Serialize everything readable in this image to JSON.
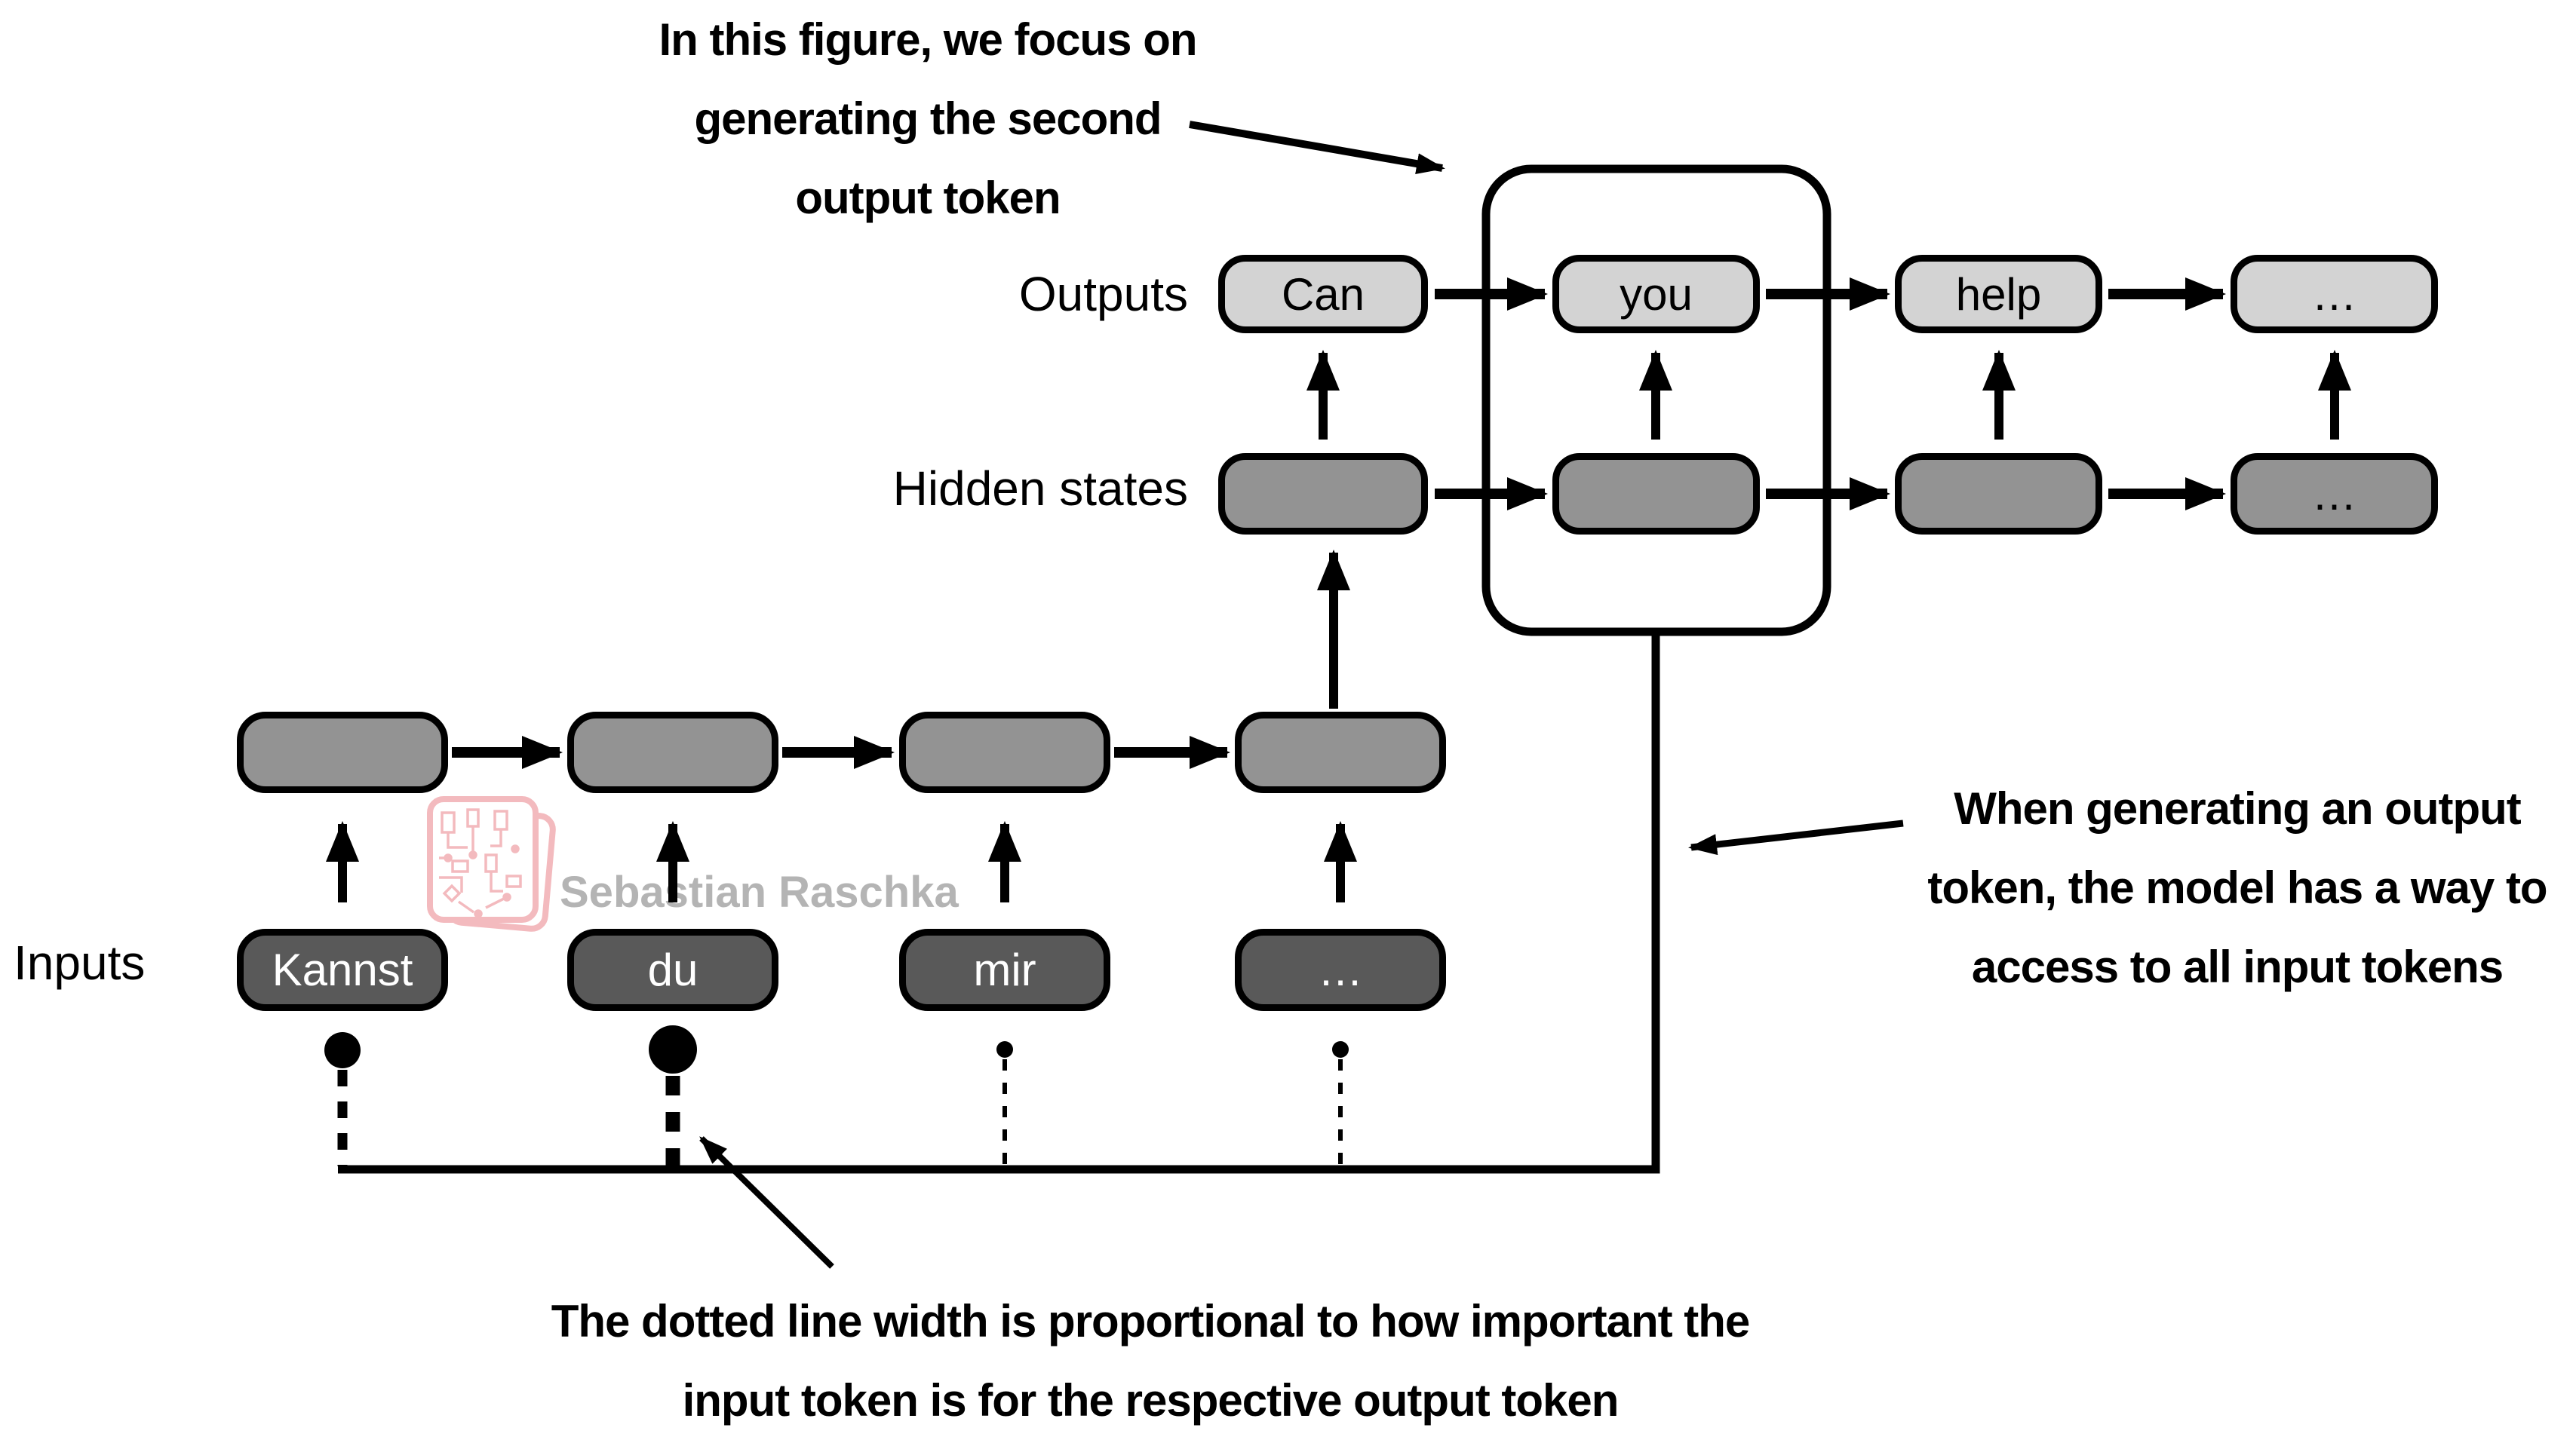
{
  "annotations": {
    "top": {
      "lines": [
        "In this figure, we focus on",
        "generating the second",
        "output token"
      ]
    },
    "right": {
      "lines": [
        "When generating an output",
        "token, the model has a way to",
        "access to all input tokens"
      ]
    },
    "bottom": {
      "lines": [
        "The dotted line width is proportional to how important the",
        "input token is for the respective output token"
      ]
    }
  },
  "rows": {
    "outputs": {
      "label": "Outputs",
      "boxes": [
        "Can",
        "you",
        "help",
        "…"
      ]
    },
    "hidden_states": {
      "label": "Hidden states",
      "boxes": [
        "",
        "",
        "",
        "…"
      ]
    },
    "encoder_states": {
      "boxes": [
        "",
        "",
        "",
        ""
      ]
    },
    "inputs": {
      "label": "Inputs",
      "boxes": [
        "Kannst",
        "du",
        "mir",
        "…"
      ]
    }
  },
  "watermark": {
    "text": "Sebastian Raschka",
    "logo": "circuit-cards-icon"
  },
  "colors": {
    "background": "#ffffff",
    "output_box_fill": "#d3d3d3",
    "hidden_box_fill": "#939393",
    "input_box_fill": "#595959",
    "box_border": "#000000",
    "line_color": "#000000",
    "watermark_pink": "#f2aeb3",
    "watermark_text": "#b4b4b4"
  }
}
